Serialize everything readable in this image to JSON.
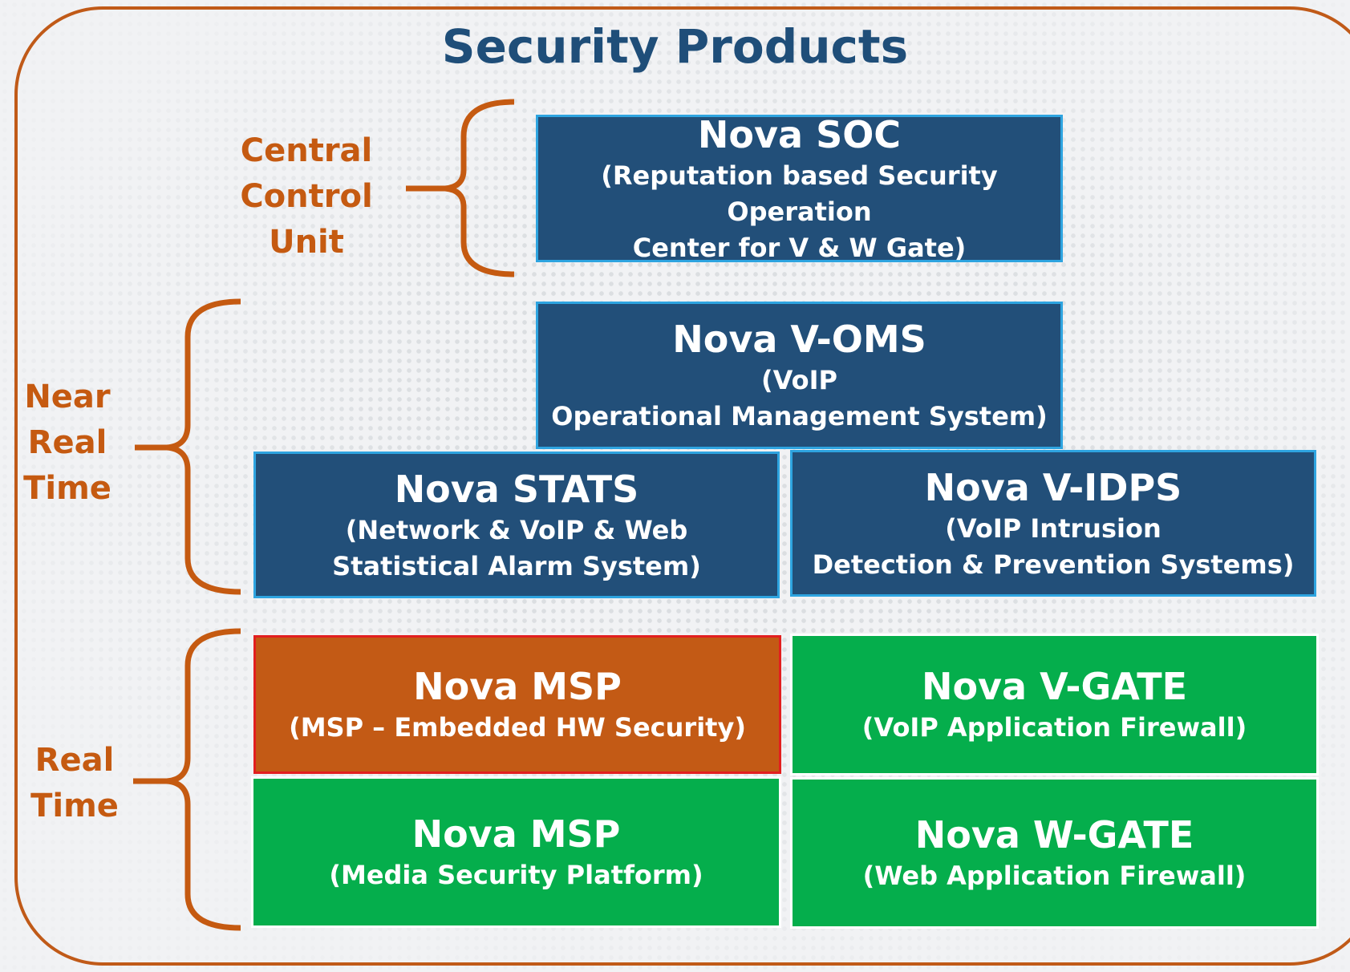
{
  "title": "Security Products",
  "groups": {
    "central": [
      "Central",
      "Control",
      "Unit"
    ],
    "near_real_time": [
      "Near",
      "Real",
      "Time"
    ],
    "real_time": [
      "Real",
      "Time"
    ]
  },
  "products": {
    "soc": {
      "name": "Nova SOC",
      "desc": [
        "(Reputation based Security Operation",
        "Center for V & W Gate)"
      ]
    },
    "voms": {
      "name": "Nova V-OMS",
      "desc": [
        "(VoIP",
        "Operational Management System)"
      ]
    },
    "stats": {
      "name": "Nova STATS",
      "desc": [
        "(Network & VoIP & Web",
        "Statistical Alarm System)"
      ]
    },
    "vidps": {
      "name": "Nova V-IDPS",
      "desc": [
        "(VoIP Intrusion",
        "Detection & Prevention Systems)"
      ]
    },
    "msp_hw": {
      "name": "Nova MSP",
      "desc": [
        "(MSP – Embedded HW Security)"
      ]
    },
    "vgate": {
      "name": "Nova V-GATE",
      "desc": [
        "(VoIP Application Firewall)"
      ]
    },
    "msp_media": {
      "name": "Nova MSP",
      "desc": [
        "(Media Security Platform)"
      ]
    },
    "wgate": {
      "name": "Nova W-GATE",
      "desc": [
        "(Web Application Firewall)"
      ]
    }
  },
  "colors": {
    "frame": "#c05a18",
    "title": "#1f4e79",
    "label": "#c55a11",
    "navy_box": "#224f79",
    "navy_border": "#2ea4e0",
    "orange_box": "#c35a15",
    "orange_border": "#e21f1f",
    "green_box": "#05ae4c"
  }
}
